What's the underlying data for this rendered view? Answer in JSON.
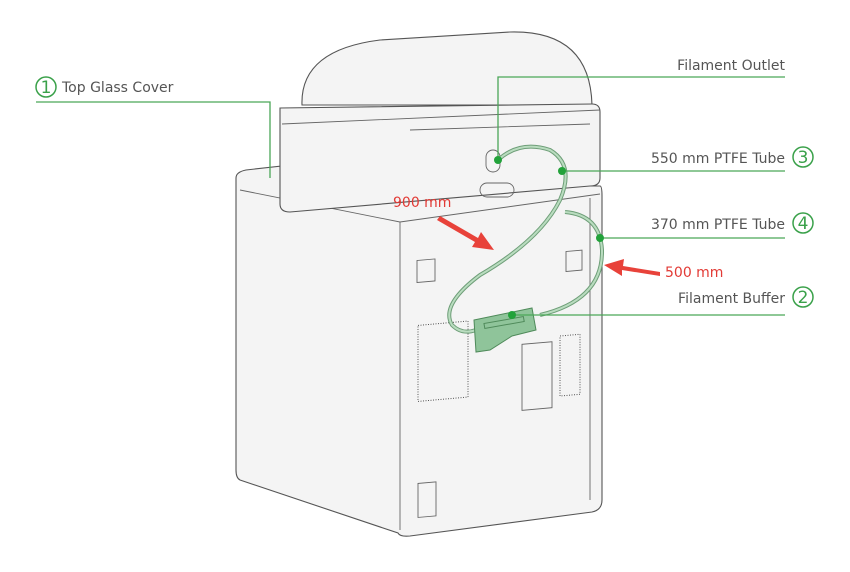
{
  "labels": {
    "top_glass_cover": {
      "number": "1",
      "text": "Top Glass Cover"
    },
    "filament_outlet": {
      "text": "Filament Outlet"
    },
    "ptfe_550": {
      "number": "3",
      "text": "550 mm PTFE Tube"
    },
    "ptfe_370": {
      "number": "4",
      "text": "370 mm PTFE Tube"
    },
    "filament_buffer": {
      "number": "2",
      "text": "Filament Buffer"
    }
  },
  "measurements": {
    "left": "900 mm",
    "right": "500 mm"
  },
  "colors": {
    "callout": "#4aa657",
    "measure": "#e23a35",
    "tube": "#8fc49a"
  }
}
